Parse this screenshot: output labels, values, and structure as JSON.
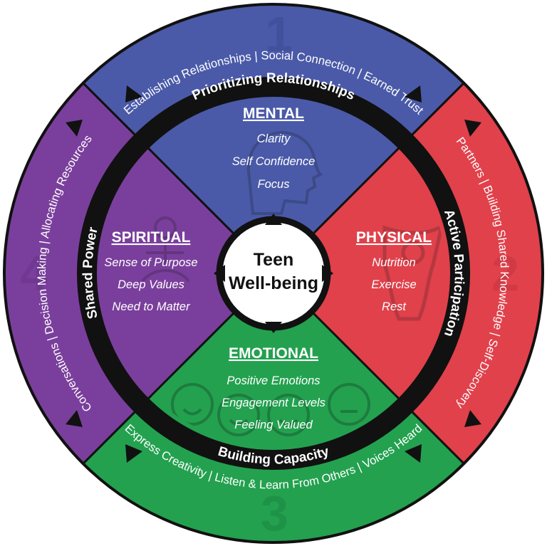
{
  "center": {
    "line1": "Teen",
    "line2": "Well-being"
  },
  "quadrants": {
    "mental": {
      "title": "MENTAL",
      "items": [
        "Clarity",
        "Self Confidence",
        "Focus"
      ],
      "color": "#4a5aa8"
    },
    "physical": {
      "title": "PHYSICAL",
      "items": [
        "Nutrition",
        "Exercise",
        "Rest"
      ],
      "color": "#e0414b"
    },
    "emotional": {
      "title": "EMOTIONAL",
      "items": [
        "Positive Emotions",
        "Engagement Levels",
        "Feeling Valued"
      ],
      "color": "#23a14f"
    },
    "spiritual": {
      "title": "SPIRITUAL",
      "items": [
        "Sense of Purpose",
        "Deep Values",
        "Need to Matter"
      ],
      "color": "#7a3f9c"
    }
  },
  "ring": {
    "top": "Prioritizing Relationships",
    "right": "Active Participation",
    "bottom": "Building Capacity",
    "left": "Shared Power"
  },
  "outer": {
    "top": "Establishing Relationships | Social Connection | Earned Trust",
    "right": "Partners | Building Shared Knowledge | Self-Discovery",
    "bottom": "Express Creativity | Listen & Learn From Others | Voices Heard",
    "left": "Conversations | Decision Making | Allocating Resources"
  },
  "numbers": {
    "top": "1",
    "right": "2",
    "bottom": "3",
    "left": "4"
  },
  "colors": {
    "ring": "#111111",
    "outline": "#111111",
    "center_fill": "#ffffff"
  }
}
